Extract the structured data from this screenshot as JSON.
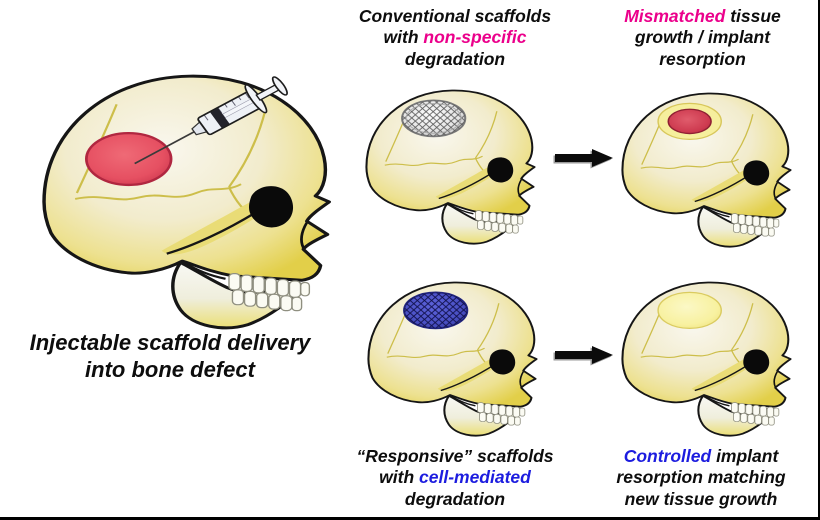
{
  "palette": {
    "background": "#FFFFFF",
    "text_black": "#0D0D0D",
    "magenta": "#EB008B",
    "blue": "#1C1CDF",
    "arrow_black": "#0B0B0B",
    "bone_light": "#F8F6EC",
    "bone_mid": "#EFE8B8",
    "bone_edge": "#E3CF49",
    "suture_yellow": "#CDBE4A",
    "defect_red": "#E65062",
    "scaffold_gray": "#ECECEC",
    "scaffold_blue": "#4A50C4",
    "new_bone_yellow": "#F9F3A8"
  },
  "captions": {
    "injection": {
      "segments": [
        {
          "t": "Injectable scaffold delivery\ninto bone defect",
          "c": "text_black"
        }
      ]
    },
    "conventional": {
      "segments": [
        {
          "t": "Conventional scaffolds\nwith ",
          "c": "text_black"
        },
        {
          "t": "non-specific",
          "c": "magenta"
        },
        {
          "t": "\ndegradation",
          "c": "text_black"
        }
      ]
    },
    "mismatched": {
      "segments": [
        {
          "t": "Mismatched",
          "c": "magenta"
        },
        {
          "t": " tissue\ngrowth / implant\nresorption",
          "c": "text_black"
        }
      ]
    },
    "responsive": {
      "segments": [
        {
          "t": "“Responsive” scaffolds\nwith ",
          "c": "text_black"
        },
        {
          "t": "cell-mediated",
          "c": "blue"
        },
        {
          "t": "\ndegradation",
          "c": "text_black"
        }
      ]
    },
    "controlled": {
      "segments": [
        {
          "t": "Controlled",
          "c": "blue"
        },
        {
          "t": " implant\nresorption matching\nnew tissue growth",
          "c": "text_black"
        }
      ]
    }
  },
  "figures": {
    "injection_skull": "skull-with-red-bone-defect-and-syringe",
    "conventional_skull": "skull-with-gray-mesh-scaffold",
    "mismatched_skull": "skull-with-partially-resorbed-implant-red-center",
    "responsive_skull": "skull-with-blue-mesh-scaffold",
    "controlled_skull": "skull-with-fully-regrown-bone",
    "arrow": "right-arrow"
  }
}
